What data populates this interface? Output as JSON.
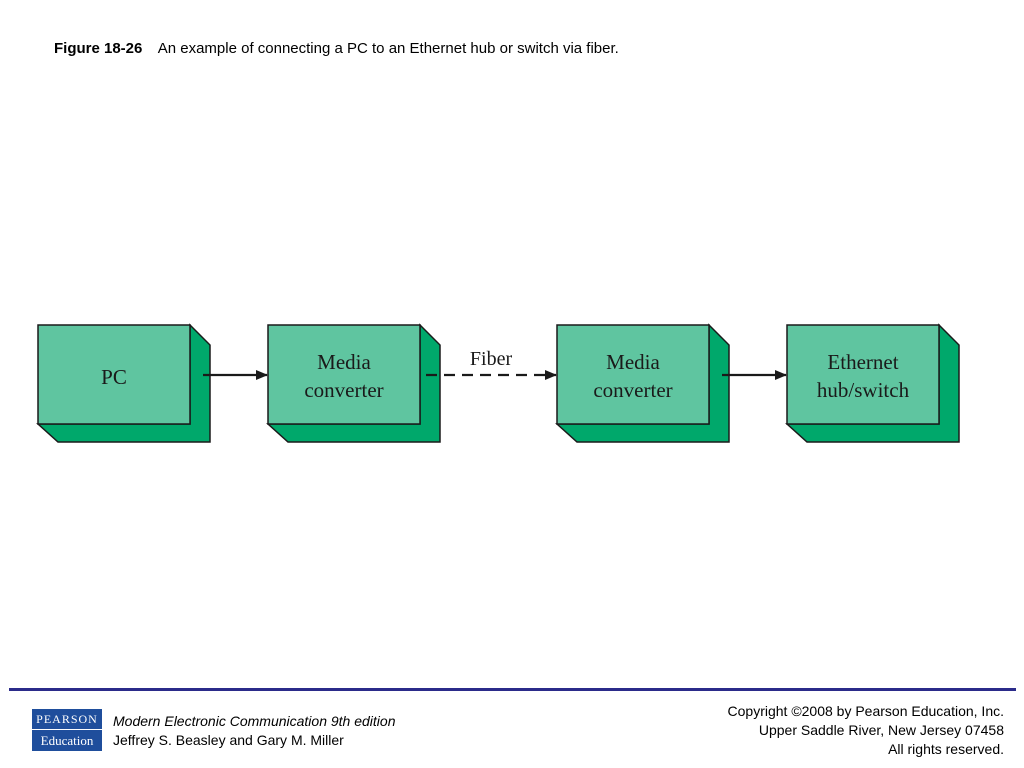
{
  "caption": {
    "label": "Figure 18-26",
    "text": "An example of connecting a PC to an Ethernet hub or switch via fiber."
  },
  "diagram": {
    "boxes": [
      {
        "lines": [
          "PC"
        ]
      },
      {
        "lines": [
          "Media",
          "converter"
        ]
      },
      {
        "lines": [
          "Media",
          "converter"
        ]
      },
      {
        "lines": [
          "Ethernet",
          "hub/switch"
        ]
      }
    ],
    "fiber_label": "Fiber",
    "colors": {
      "face": "#5fc5a0",
      "side": "#00a86b",
      "stroke": "#1a1a1a"
    }
  },
  "footer": {
    "logo_top": "PEARSON",
    "logo_bottom": "Education",
    "book_title": "Modern Electronic Communication 9th edition",
    "authors": "Jeffrey S. Beasley and Gary M. Miller",
    "copyright_lines": [
      "Copyright ©2008 by Pearson Education, Inc.",
      "Upper Saddle River, New Jersey 07458",
      "All rights reserved."
    ],
    "rule_color": "#2b2b8a",
    "logo_color": "#1f4e9c"
  }
}
